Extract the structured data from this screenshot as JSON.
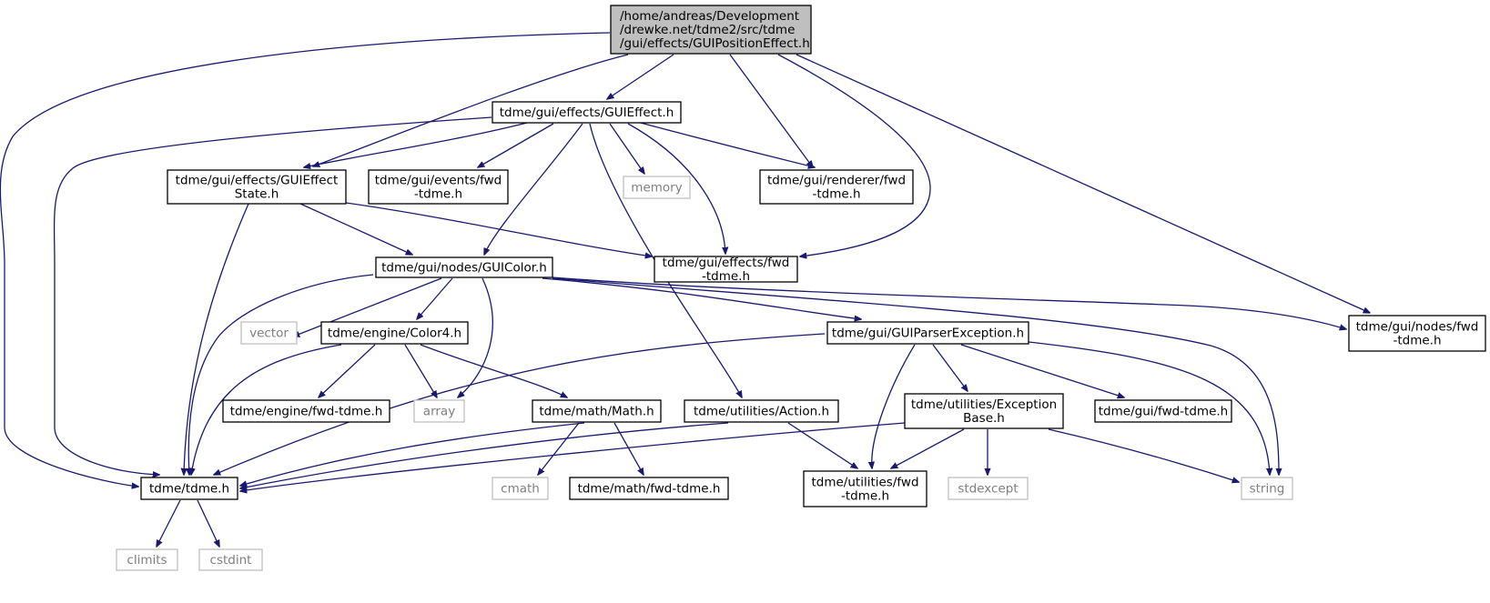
{
  "nodes": [
    {
      "id": "root",
      "kind": "root",
      "lines": [
        "/home/andreas/Development",
        "/drewke.net/tdme2/src/tdme",
        "/gui/effects/GUIPositionEffect.h"
      ]
    },
    {
      "id": "gui_effect",
      "kind": "file",
      "lines": [
        "tdme/gui/effects/GUIEffect.h"
      ]
    },
    {
      "id": "gui_effect_state",
      "kind": "file",
      "lines": [
        "tdme/gui/effects/GUIEffect",
        "State.h"
      ]
    },
    {
      "id": "events_fwd",
      "kind": "file",
      "lines": [
        "tdme/gui/events/fwd",
        "-tdme.h"
      ]
    },
    {
      "id": "memory",
      "kind": "system",
      "lines": [
        "memory"
      ]
    },
    {
      "id": "renderer_fwd",
      "kind": "file",
      "lines": [
        "tdme/gui/renderer/fwd",
        "-tdme.h"
      ]
    },
    {
      "id": "effects_fwd",
      "kind": "file",
      "lines": [
        "tdme/gui/effects/fwd",
        "-tdme.h"
      ]
    },
    {
      "id": "gui_color",
      "kind": "file",
      "lines": [
        "tdme/gui/nodes/GUIColor.h"
      ]
    },
    {
      "id": "vector",
      "kind": "system",
      "lines": [
        "vector"
      ]
    },
    {
      "id": "color4",
      "kind": "file",
      "lines": [
        "tdme/engine/Color4.h"
      ]
    },
    {
      "id": "parser_exc",
      "kind": "file",
      "lines": [
        "tdme/gui/GUIParserException.h"
      ]
    },
    {
      "id": "nodes_fwd",
      "kind": "file",
      "lines": [
        "tdme/gui/nodes/fwd",
        "-tdme.h"
      ]
    },
    {
      "id": "engine_fwd",
      "kind": "file",
      "lines": [
        "tdme/engine/fwd-tdme.h"
      ]
    },
    {
      "id": "array",
      "kind": "system",
      "lines": [
        "array"
      ]
    },
    {
      "id": "math",
      "kind": "file",
      "lines": [
        "tdme/math/Math.h"
      ]
    },
    {
      "id": "action",
      "kind": "file",
      "lines": [
        "tdme/utilities/Action.h"
      ]
    },
    {
      "id": "exception_base",
      "kind": "file",
      "lines": [
        "tdme/utilities/Exception",
        "Base.h"
      ]
    },
    {
      "id": "gui_fwd",
      "kind": "file",
      "lines": [
        "tdme/gui/fwd-tdme.h"
      ]
    },
    {
      "id": "tdme",
      "kind": "file",
      "lines": [
        "tdme/tdme.h"
      ]
    },
    {
      "id": "cmath",
      "kind": "system",
      "lines": [
        "cmath"
      ]
    },
    {
      "id": "math_fwd",
      "kind": "file",
      "lines": [
        "tdme/math/fwd-tdme.h"
      ]
    },
    {
      "id": "utilities_fwd",
      "kind": "file",
      "lines": [
        "tdme/utilities/fwd",
        "-tdme.h"
      ]
    },
    {
      "id": "stdexcept",
      "kind": "system",
      "lines": [
        "stdexcept"
      ]
    },
    {
      "id": "string",
      "kind": "system",
      "lines": [
        "string"
      ]
    },
    {
      "id": "climits",
      "kind": "system",
      "lines": [
        "climits"
      ]
    },
    {
      "id": "cstdint",
      "kind": "system",
      "lines": [
        "cstdint"
      ]
    }
  ],
  "edges": [
    [
      "root",
      "gui_effect"
    ],
    [
      "root",
      "gui_effect_state"
    ],
    [
      "root",
      "renderer_fwd"
    ],
    [
      "root",
      "effects_fwd"
    ],
    [
      "root",
      "nodes_fwd"
    ],
    [
      "root",
      "tdme"
    ],
    [
      "gui_effect",
      "gui_effect_state"
    ],
    [
      "gui_effect",
      "events_fwd"
    ],
    [
      "gui_effect",
      "memory"
    ],
    [
      "gui_effect",
      "renderer_fwd"
    ],
    [
      "gui_effect",
      "effects_fwd"
    ],
    [
      "gui_effect",
      "gui_color"
    ],
    [
      "gui_effect",
      "action"
    ],
    [
      "gui_effect",
      "tdme"
    ],
    [
      "gui_effect_state",
      "effects_fwd"
    ],
    [
      "gui_effect_state",
      "gui_color"
    ],
    [
      "gui_effect_state",
      "tdme"
    ],
    [
      "gui_color",
      "vector"
    ],
    [
      "gui_color",
      "color4"
    ],
    [
      "gui_color",
      "array"
    ],
    [
      "gui_color",
      "parser_exc"
    ],
    [
      "gui_color",
      "nodes_fwd"
    ],
    [
      "gui_color",
      "string"
    ],
    [
      "gui_color",
      "tdme"
    ],
    [
      "color4",
      "engine_fwd"
    ],
    [
      "color4",
      "array"
    ],
    [
      "color4",
      "math"
    ],
    [
      "color4",
      "tdme"
    ],
    [
      "parser_exc",
      "exception_base"
    ],
    [
      "parser_exc",
      "gui_fwd"
    ],
    [
      "parser_exc",
      "utilities_fwd"
    ],
    [
      "parser_exc",
      "string"
    ],
    [
      "parser_exc",
      "tdme"
    ],
    [
      "math",
      "cmath"
    ],
    [
      "math",
      "math_fwd"
    ],
    [
      "math",
      "tdme"
    ],
    [
      "action",
      "utilities_fwd"
    ],
    [
      "action",
      "tdme"
    ],
    [
      "exception_base",
      "stdexcept"
    ],
    [
      "exception_base",
      "string"
    ],
    [
      "exception_base",
      "utilities_fwd"
    ],
    [
      "exception_base",
      "tdme"
    ],
    [
      "tdme",
      "climits"
    ],
    [
      "tdme",
      "cstdint"
    ]
  ]
}
